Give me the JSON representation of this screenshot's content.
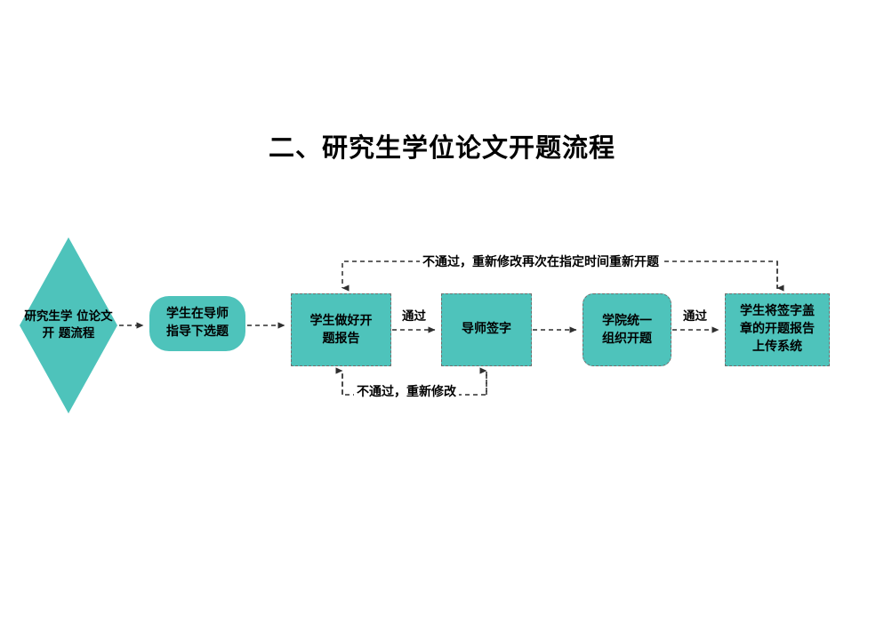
{
  "page": {
    "title": "二、研究生学位论文开题流程",
    "background_color": "#ffffff",
    "accent_color": "#4ec3bb",
    "line_color": "#3a3a3a",
    "text_color": "#000000"
  },
  "flowchart": {
    "type": "process-flow",
    "orientation": "left-to-right",
    "nodes": [
      {
        "id": "start",
        "shape": "diamond",
        "label": "研究生学\n位论文开\n题流程",
        "fill": "#4ec3bb"
      },
      {
        "id": "topic-selection",
        "shape": "rounded-pill",
        "label": "学生在导师\n指导下选题",
        "fill": "#4ec3bb"
      },
      {
        "id": "proposal-report",
        "shape": "rectangle-dashed",
        "label": "学生做好开\n题报告",
        "fill": "#4ec3bb"
      },
      {
        "id": "advisor-signature",
        "shape": "rectangle-dashed",
        "label": "导师签字",
        "fill": "#4ec3bb"
      },
      {
        "id": "college-organizes",
        "shape": "rounded-rectangle-dashed",
        "label": "学院统一\n组织开题",
        "fill": "#4ec3bb"
      },
      {
        "id": "upload-system",
        "shape": "rectangle-dashed",
        "label": "学生将签字盖\n章的开题报告\n上传系统",
        "fill": "#4ec3bb"
      }
    ],
    "edge_labels": {
      "pass_1": "通过",
      "pass_2": "通过",
      "fail_top": "不通过，重新修改再次在指定时间重新开题",
      "fail_bottom": "不通过，重新修改"
    },
    "edges": [
      {
        "from": "start",
        "to": "topic-selection",
        "style": "dashed",
        "label": ""
      },
      {
        "from": "topic-selection",
        "to": "proposal-report",
        "style": "dashed",
        "label": ""
      },
      {
        "from": "proposal-report",
        "to": "advisor-signature",
        "style": "dashed",
        "label": "通过"
      },
      {
        "from": "advisor-signature",
        "to": "college-organizes",
        "style": "dashed",
        "label": ""
      },
      {
        "from": "college-organizes",
        "to": "upload-system",
        "style": "dashed",
        "label": "通过"
      },
      {
        "from": "advisor-signature",
        "to": "proposal-report",
        "style": "dashed",
        "label": "不通过，重新修改",
        "route": "bottom-loop"
      },
      {
        "from": "upload-system",
        "to": "proposal-report",
        "style": "dashed",
        "label": "不通过，重新修改再次在指定时间重新开题",
        "route": "top-loop"
      }
    ]
  }
}
